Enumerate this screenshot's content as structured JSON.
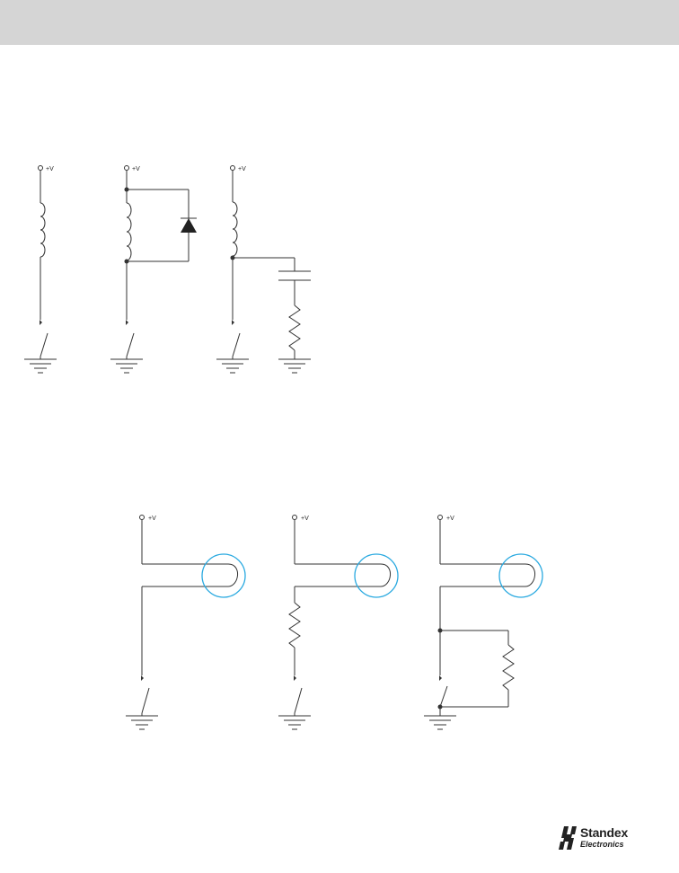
{
  "supply_label": "+V",
  "brand": {
    "name": "Standex",
    "sub": "Electronics",
    "mark_icon": "standex-logo-icon"
  },
  "colors": {
    "header": "#d5d5d5",
    "wire": "#333333",
    "reed_switch_ring": "#29a9e0"
  }
}
